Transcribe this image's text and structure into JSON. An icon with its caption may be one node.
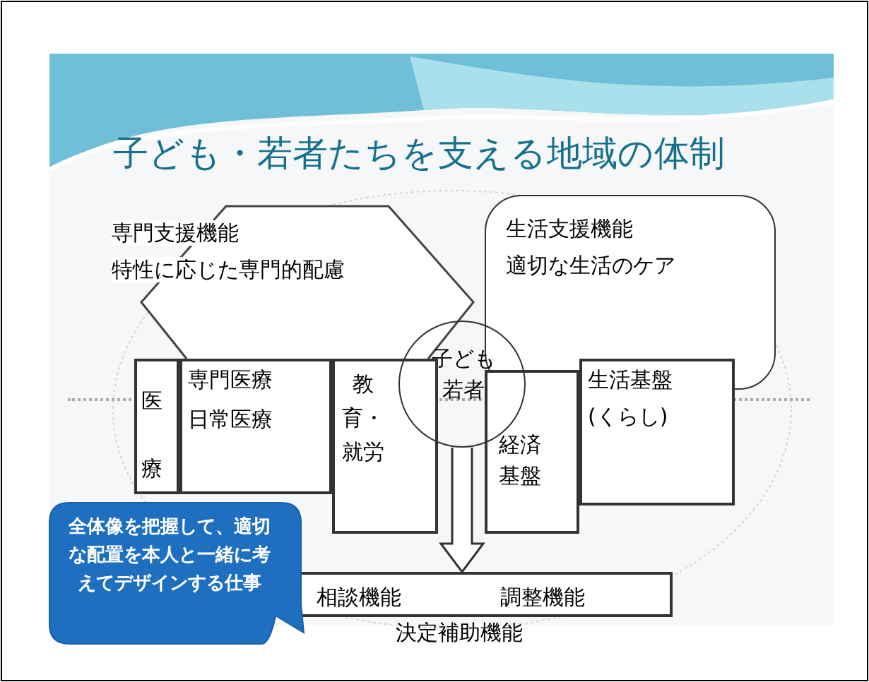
{
  "diagram": {
    "title": "子ども・若者たちを支える地域の体制",
    "nodes": [
      {
        "text": [
          "専門支援機能",
          "特性に応じた専門的配慮"
        ]
      },
      {
        "text": [
          "生活支援機能",
          "適切な生活のケア"
        ]
      },
      {
        "text": [
          "医療"
        ]
      },
      {
        "text": [
          "専門医療",
          "日常医療"
        ]
      },
      {
        "text": [
          "教育・就労"
        ]
      },
      {
        "text": [
          "子ども若者"
        ]
      },
      {
        "text": [
          "経済基盤"
        ]
      },
      {
        "text": [
          "生活基盤",
          "(くらし)"
        ]
      },
      {
        "text": [
          "相談機能",
          "調整機能",
          "決定補助機能"
        ]
      },
      {
        "text": [
          "全体像を把握して、適切な配置を本人と一緒に考えてデザインする仕事"
        ]
      }
    ],
    "edges": [
      {
        "from": 5,
        "to": 8,
        "arrow": "to"
      }
    ]
  }
}
